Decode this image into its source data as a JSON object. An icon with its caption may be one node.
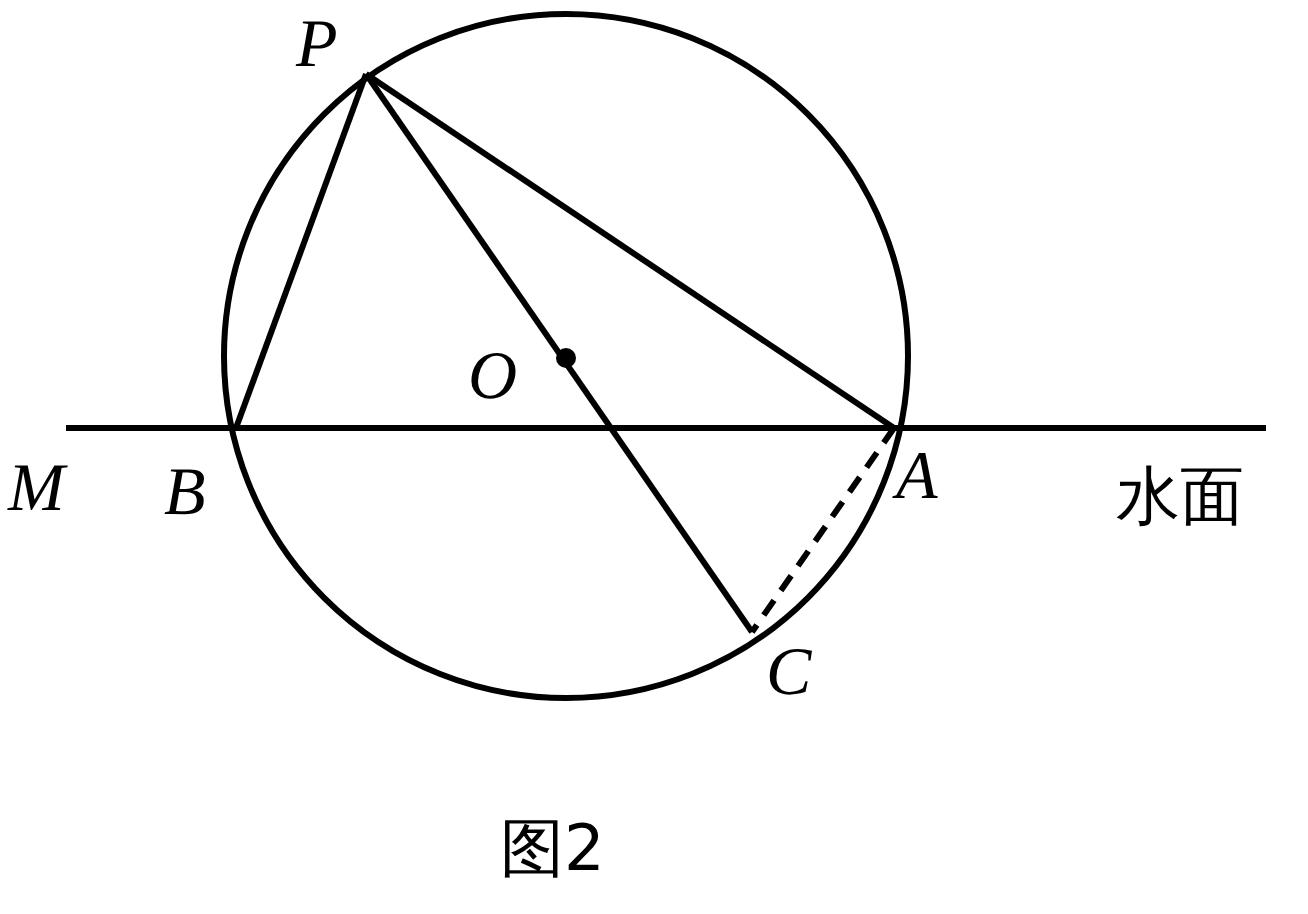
{
  "diagram": {
    "caption": "图2",
    "labels": [
      "P",
      "O",
      "M",
      "B",
      "A",
      "水面",
      "C"
    ]
  }
}
